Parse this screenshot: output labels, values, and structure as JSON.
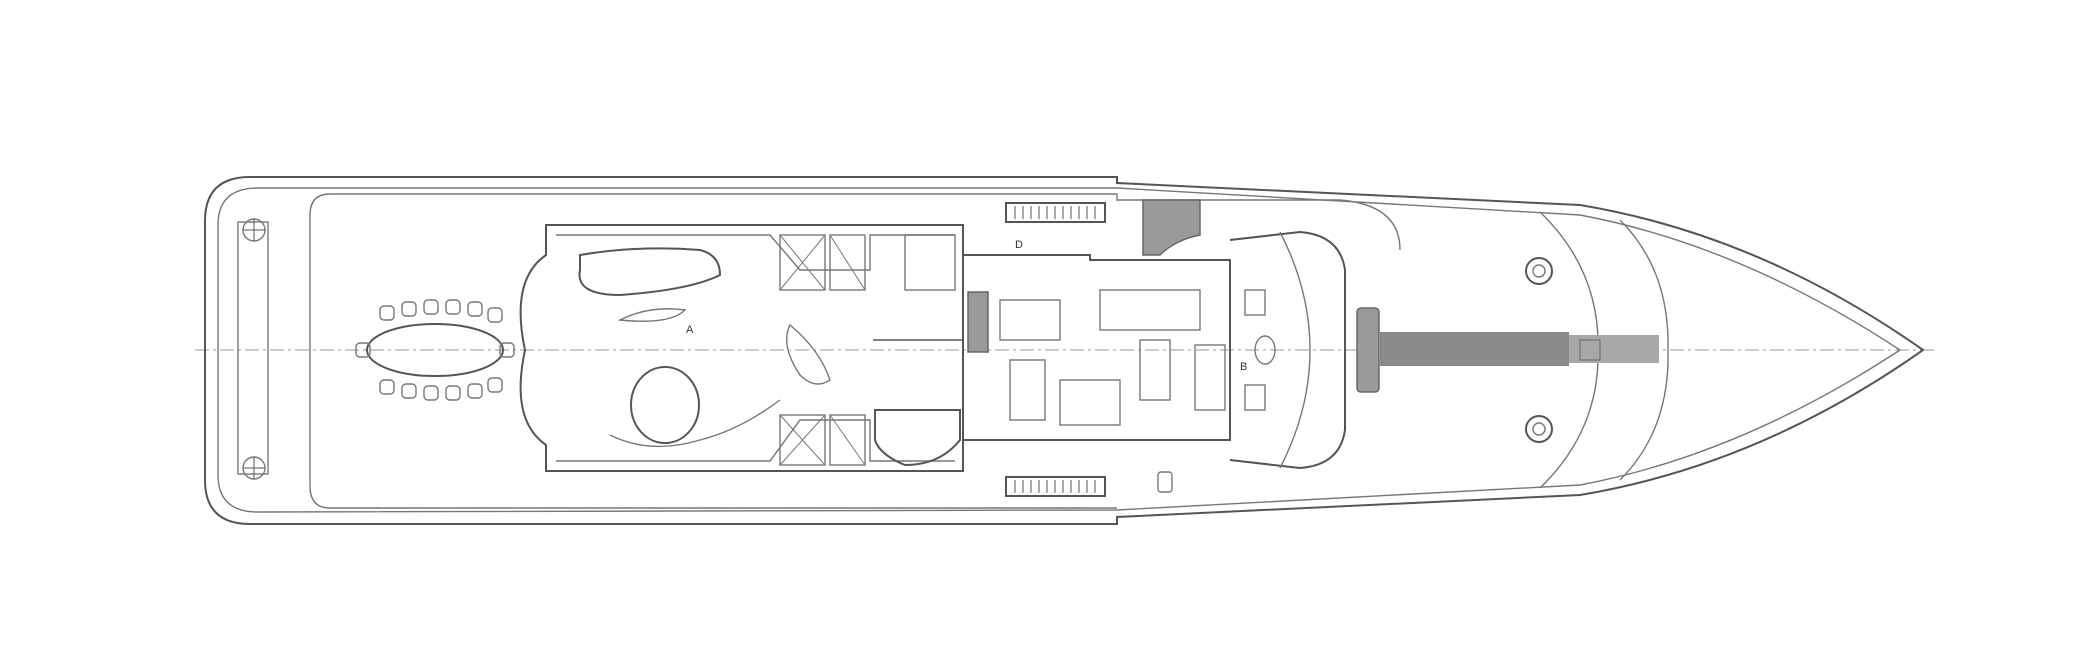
{
  "diagram": {
    "type": "yacht-deck-plan",
    "view": "top",
    "labels": {
      "salon": "A",
      "forward_cabin": "B",
      "lobby": "D",
      "deck_left": "D"
    },
    "colors": {
      "line": "#555555",
      "fill_dark": "#9a9a9a",
      "background": "#ffffff"
    }
  }
}
